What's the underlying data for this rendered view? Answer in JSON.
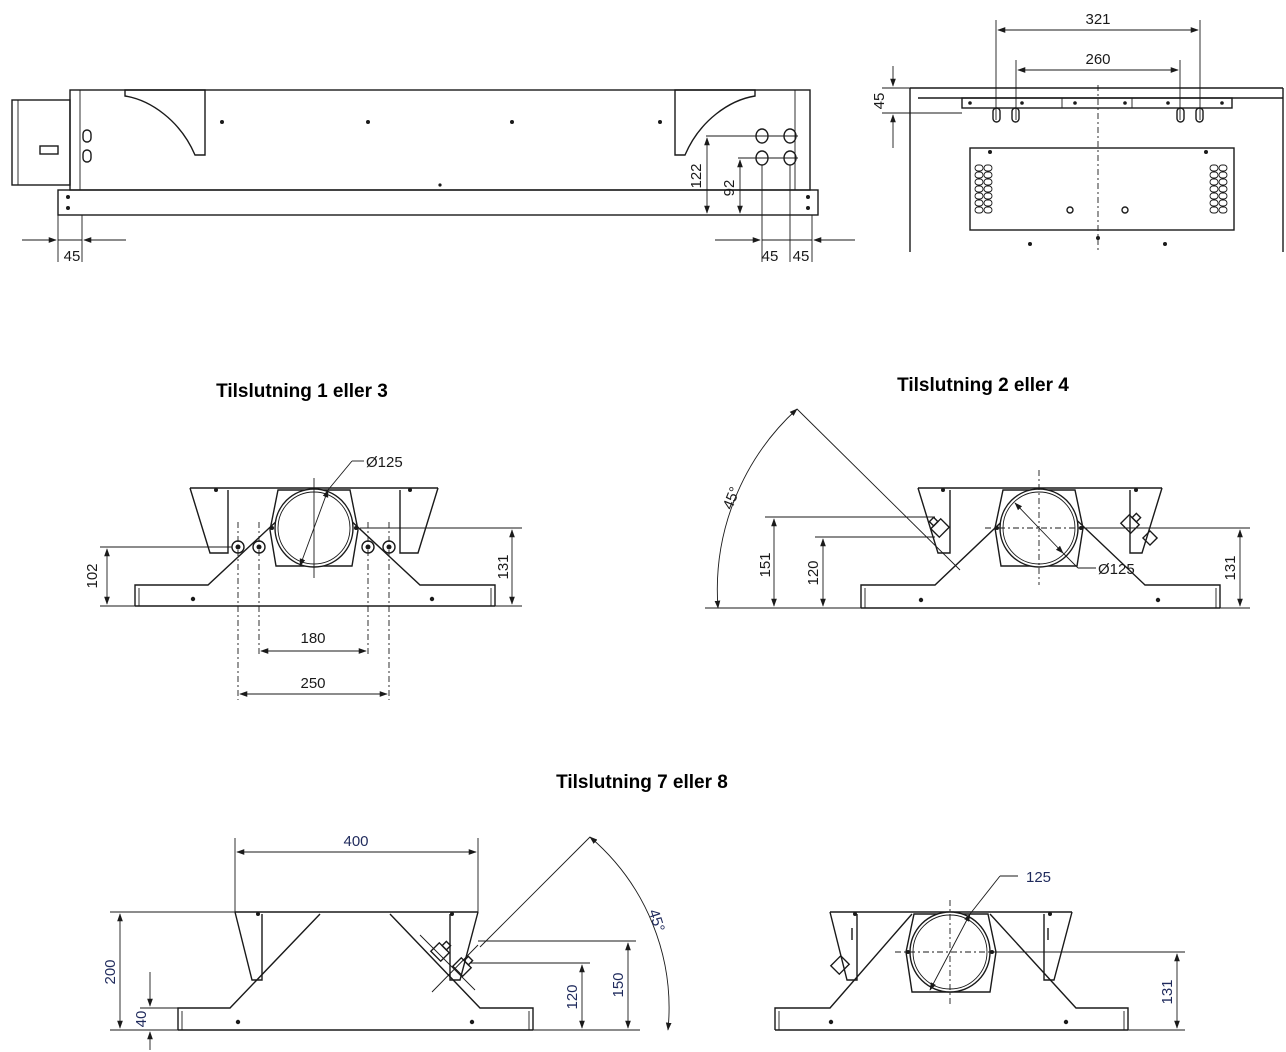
{
  "titles": {
    "conn_1_3": "Tilslutning 1 eller 3",
    "conn_2_4": "Tilslutning 2 eller 4",
    "conn_7_8": "Tilslutning 7 eller 8"
  },
  "side_view": {
    "left_offset": "45",
    "right_offset_a": "45",
    "right_offset_b": "45",
    "height_outer": "122",
    "height_inner": "92"
  },
  "end_view": {
    "outer_width": "321",
    "inner_width": "260",
    "top_height": "45"
  },
  "conn_1_3": {
    "diameter": "Ø125",
    "height_left": "102",
    "height_right": "131",
    "spacing_inner": "180",
    "spacing_outer": "250"
  },
  "conn_2_4": {
    "angle": "45°",
    "height_151": "151",
    "height_120": "120",
    "height_131": "131",
    "diameter": "Ø125"
  },
  "conn_7_8_left": {
    "width": "400",
    "height_200": "200",
    "height_40": "40",
    "height_120": "120",
    "height_150": "150",
    "angle": "45°"
  },
  "conn_7_8_right": {
    "diameter": "125",
    "height_131": "131"
  },
  "colors": {
    "line": "#1a1a1a",
    "dim_text_blue": "#1f2a5c"
  }
}
